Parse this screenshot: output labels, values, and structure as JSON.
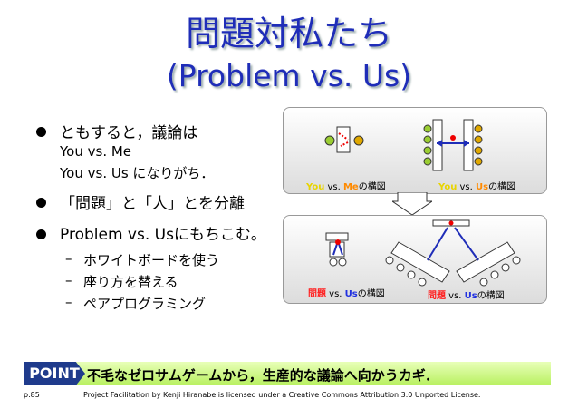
{
  "title": {
    "line1": "問題対私たち",
    "line2": "(Problem vs. Us)"
  },
  "bullets": [
    {
      "text": "ともすると，議論は",
      "sub": [
        "You vs. Me",
        "You vs. Us になりがち．"
      ]
    },
    {
      "text": "「問題」と「人」とを分離"
    },
    {
      "text": "Problem vs. Usにもちこむ。",
      "subitems": [
        "ホワイトボードを使う",
        "座り方を替える",
        "ペアプログラミング"
      ]
    }
  ],
  "diagram": {
    "top_left_caption": {
      "a": "You",
      "vs": " vs. ",
      "b": "Me",
      "rest": "の構図"
    },
    "top_right_caption": {
      "a": "You",
      "vs": " vs. ",
      "b": "Us",
      "rest": "の構図"
    },
    "bottom_left_caption": {
      "a": "問題",
      "vs": " vs. ",
      "b": "Us",
      "rest": "の構図"
    },
    "bottom_right_caption": {
      "a": "問題",
      "vs": " vs. ",
      "b": "Us",
      "rest": "の構図"
    }
  },
  "point": {
    "label": "POINT",
    "text": "不毛なゼロサムゲームから，生産的な議論へ向かうカギ．"
  },
  "footer": {
    "page": "p.85",
    "license": "Project Facilitation by Kenji Hiranabe is licensed under a Creative Commons Attribution 3.0 Unported License."
  }
}
